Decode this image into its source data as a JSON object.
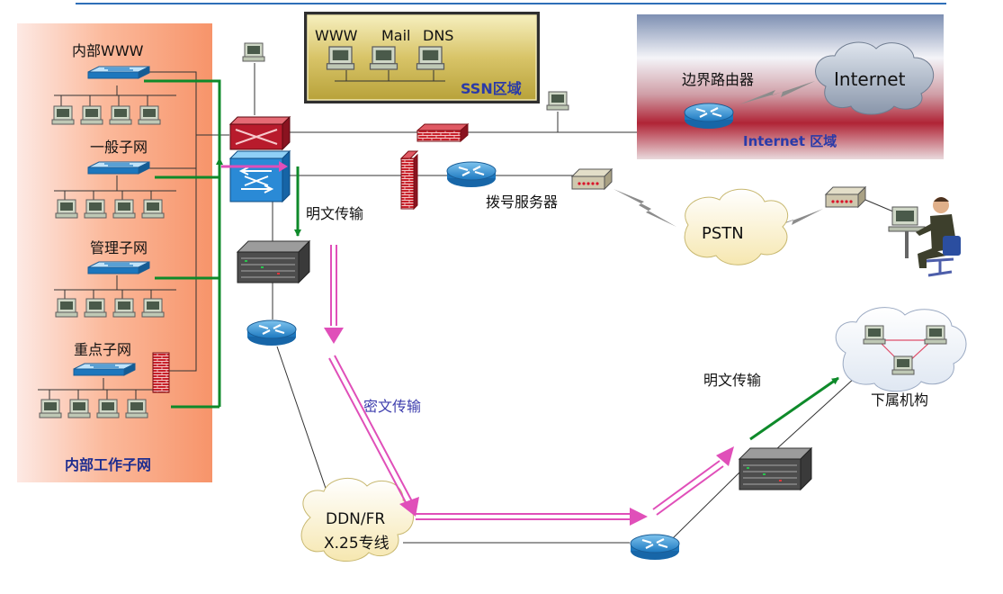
{
  "diagram": {
    "internal_zone": {
      "title": "内部工作子网",
      "subnets": [
        "内部WWW",
        "一般子网",
        "管理子网",
        "重点子网"
      ]
    },
    "ssn_zone": {
      "title": "SSN区域",
      "servers": [
        "WWW",
        "Mail",
        "DNS"
      ]
    },
    "internet_zone": {
      "title": "Internet 区域",
      "router_label": "边界路由器",
      "cloud_label": "Internet"
    },
    "dial_server_label": "拨号服务器",
    "pstn_label": "PSTN",
    "plain_transfer_label_1": "明文传输",
    "encrypted_transfer_label": "密文传输",
    "plain_transfer_label_2": "明文传输",
    "wan_cloud_label_line1": "DDN/FR",
    "wan_cloud_label_line2": "X.25专线",
    "branch_label": "下属机构"
  }
}
